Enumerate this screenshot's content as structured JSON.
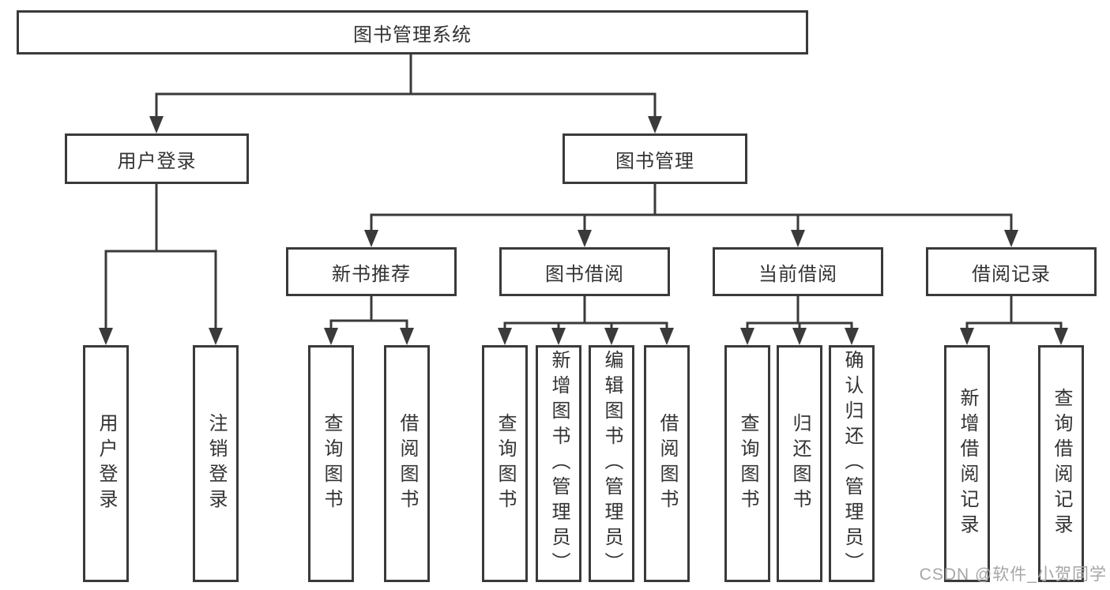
{
  "colors": {
    "line": "#3a3a3a",
    "text": "#333333",
    "watermark": "#a6a6a6"
  },
  "tree": {
    "label": "图书管理系统",
    "children": [
      {
        "label": "用户登录",
        "children": [
          {
            "label": "用户登录"
          },
          {
            "label": "注销登录"
          }
        ]
      },
      {
        "label": "图书管理",
        "children": [
          {
            "label": "新书推荐",
            "children": [
              {
                "label": "查询图书"
              },
              {
                "label": "借阅图书"
              }
            ]
          },
          {
            "label": "图书借阅",
            "children": [
              {
                "label": "查询图书"
              },
              {
                "label": "新增图书（管理员）"
              },
              {
                "label": "编辑图书（管理员）"
              },
              {
                "label": "借阅图书"
              }
            ]
          },
          {
            "label": "当前借阅",
            "children": [
              {
                "label": "查询图书"
              },
              {
                "label": "归还图书"
              },
              {
                "label": "确认归还（管理员）"
              }
            ]
          },
          {
            "label": "借阅记录",
            "children": [
              {
                "label": "新增借阅记录"
              },
              {
                "label": "查询借阅记录"
              }
            ]
          }
        ]
      }
    ]
  },
  "watermark": {
    "text": "CSDN @软件_小贺同学"
  }
}
